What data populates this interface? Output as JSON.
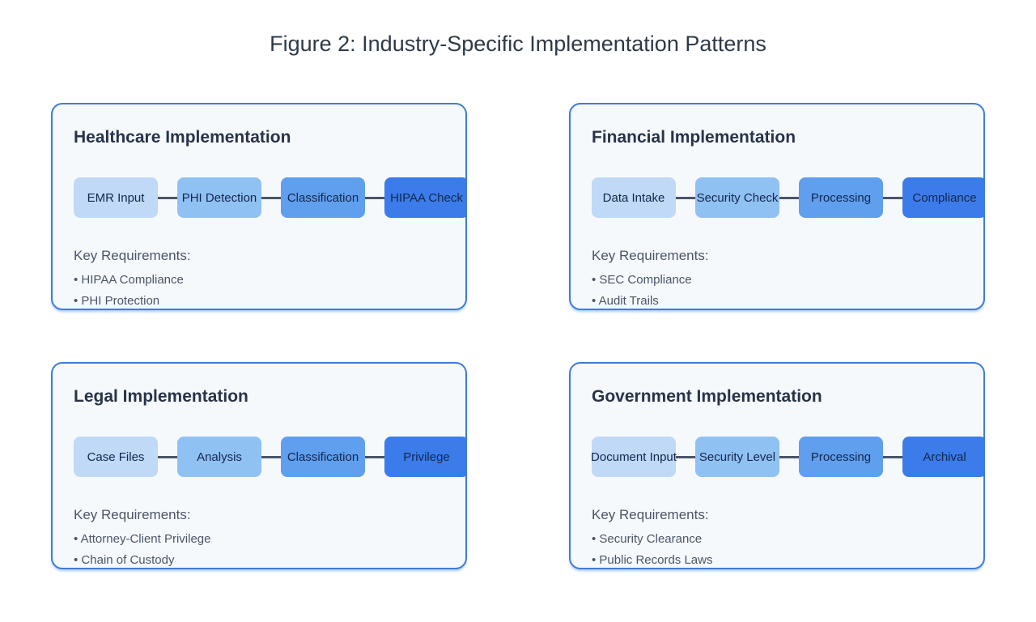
{
  "figure": {
    "title": "Figure 2: Industry-Specific Implementation Patterns"
  },
  "colors": {
    "panel_border": "#3E7CD9",
    "panel_background": "#F6F9FC",
    "node_scale": [
      "#BFD9F7",
      "#90C1F3",
      "#5F9FEE",
      "#3B7CEA"
    ],
    "node_text": "#13264E",
    "connector": "#4A5568",
    "body_text": "#4A5568",
    "title_text": "#2E3A48"
  },
  "panels": [
    {
      "id": "healthcare",
      "title": "Healthcare Implementation",
      "nodes": [
        "EMR Input",
        "PHI Detection",
        "Classification",
        "HIPAA Check"
      ],
      "requirements_label": "Key Requirements:",
      "requirements": [
        "HIPAA Compliance",
        "PHI Protection"
      ]
    },
    {
      "id": "financial",
      "title": "Financial Implementation",
      "nodes": [
        "Data Intake",
        "Security Check",
        "Processing",
        "Compliance"
      ],
      "requirements_label": "Key Requirements:",
      "requirements": [
        "SEC Compliance",
        "Audit Trails"
      ]
    },
    {
      "id": "legal",
      "title": "Legal Implementation",
      "nodes": [
        "Case Files",
        "Analysis",
        "Classification",
        "Privilege"
      ],
      "requirements_label": "Key Requirements:",
      "requirements": [
        "Attorney-Client Privilege",
        "Chain of Custody"
      ]
    },
    {
      "id": "government",
      "title": "Government Implementation",
      "nodes": [
        "Document Input",
        "Security Level",
        "Processing",
        "Archival"
      ],
      "requirements_label": "Key Requirements:",
      "requirements": [
        "Security Clearance",
        "Public Records Laws"
      ]
    }
  ]
}
